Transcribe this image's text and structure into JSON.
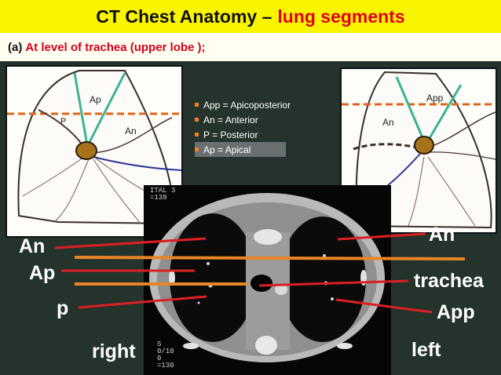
{
  "header": {
    "title_main": "CT Chest Anatomy –",
    "title_accent": "lung segments"
  },
  "subheader": {
    "prefix": "(a)",
    "text": "At level of trachea (upper lobe );"
  },
  "left_sketch": {
    "labels": {
      "ap": "Ap",
      "p": "P",
      "an": "An"
    }
  },
  "right_sketch": {
    "labels": {
      "app": "App",
      "an": "An"
    }
  },
  "legend": {
    "items": [
      "App = Apicoposterior",
      "An = Anterior",
      "P = Posterior",
      "Ap  = Apical"
    ]
  },
  "ct_image": {
    "corner_text": [
      "ITAL 3",
      "=138"
    ],
    "bottom_left_text": [
      "S",
      "0/10",
      "0",
      "=130"
    ]
  },
  "annotations": {
    "left": {
      "an": "An",
      "ap": "Ap",
      "p": "p",
      "side": "right"
    },
    "right": {
      "an": "An",
      "trachea": "trachea",
      "app": "App",
      "side": "left"
    }
  },
  "colors": {
    "title_bar": "#f9f400",
    "accent_red": "#e0001b",
    "orange_line": "#e98527",
    "background": "#24332b",
    "hilum_dot": "#a6731b"
  }
}
